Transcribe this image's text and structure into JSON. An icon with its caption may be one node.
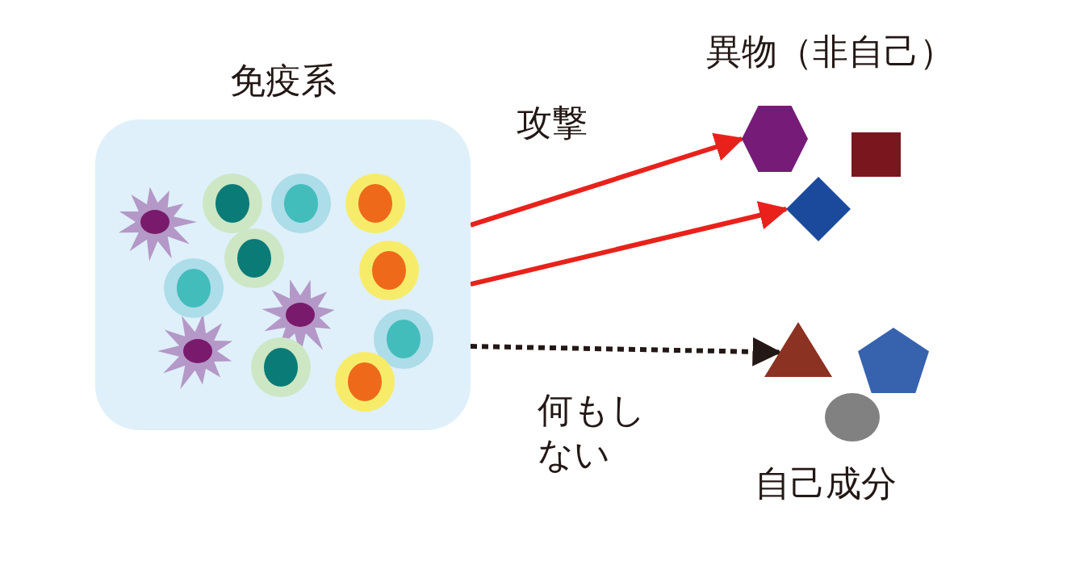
{
  "diagram": {
    "nodes": [
      {
        "text": [
          "免疫系"
        ]
      },
      {
        "text": [],
        "shape": "hexagon"
      },
      {
        "text": [],
        "shape": "box"
      },
      {
        "text": [],
        "shape": "diamond"
      },
      {
        "text": [],
        "shape": "triangle"
      },
      {
        "text": [],
        "shape": "pentagon"
      },
      {
        "text": [],
        "shape": "circle"
      }
    ],
    "edges": [
      {
        "from": 0,
        "to": 1,
        "arrow": "to",
        "label": "攻撃"
      },
      {
        "from": 0,
        "to": 3,
        "arrow": "to"
      },
      {
        "from": 0,
        "to": 4,
        "arrow": "to",
        "label": "何もしない",
        "style": "dashed",
        "color": "#231815"
      }
    ],
    "labels": [
      "異物（非自己）",
      "自己成分"
    ]
  }
}
